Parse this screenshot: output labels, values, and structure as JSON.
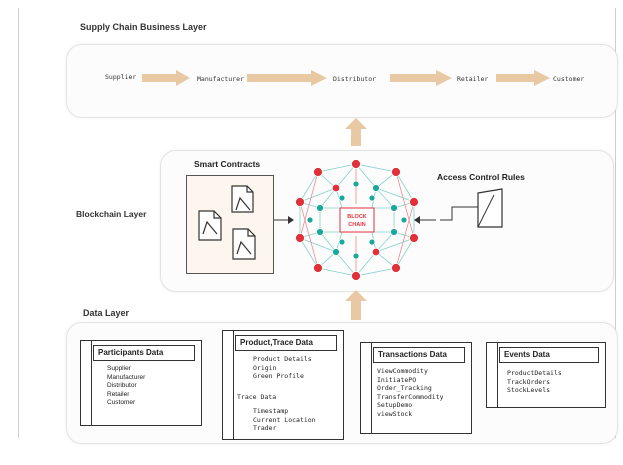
{
  "supply_chain_layer": {
    "title": "Supply Chain Business Layer",
    "nodes": [
      "Supplier",
      "Manufacturer",
      "Distributor",
      "Retailer",
      "Customer"
    ]
  },
  "blockchain_layer": {
    "title": "Blockchain Layer",
    "smart_contracts_label": "Smart Contracts",
    "access_control_label": "Access Control Rules",
    "block_label_line1": "BLOCK",
    "block_label_line2": "CHAIN",
    "colors": {
      "red_node": "#e0303a",
      "teal_node": "#1aa79c",
      "contract_bg": "#fdf6ee"
    }
  },
  "data_layer": {
    "title": "Data Layer",
    "tables": [
      {
        "title": "Participants Data",
        "items": [
          "Supplier",
          "Manufacturer",
          "Distributor",
          "Retailer",
          "Customer"
        ]
      },
      {
        "title": "Product,Trace Data",
        "items": [
          "Product Details",
          "Origin",
          "Green Profile"
        ],
        "sub_title": "Trace Data",
        "sub_items": [
          "Timestamp",
          "Current Location",
          "Trader"
        ]
      },
      {
        "title": "Transactions Data",
        "items": [
          "ViewCommodity",
          "InitiatePO",
          "Order_Tracking",
          "TransferCommodity",
          "SetupDemo",
          "viewStock"
        ]
      },
      {
        "title": "Events Data",
        "items": [
          "ProductDetails",
          "TrackOrders",
          "StockLevels"
        ]
      }
    ]
  }
}
